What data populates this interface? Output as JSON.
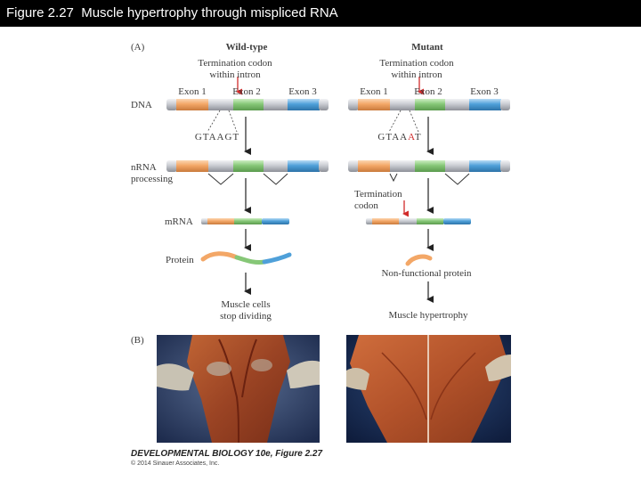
{
  "slide": {
    "title": "Figure 2.27  Muscle hypertrophy through mispliced RNA"
  },
  "panel_a": {
    "label": "(A)",
    "wild_type": {
      "heading": "Wild-type",
      "codon_note_1": "Termination codon",
      "codon_note_2": "within intron",
      "sequence": "GTAAGT",
      "outcome_1": "Muscle cells",
      "outcome_2": "stop dividing"
    },
    "mutant": {
      "heading": "Mutant",
      "codon_note_1": "Termination codon",
      "codon_note_2": "within intron",
      "sequence_prefix": "GTAA",
      "sequence_mutation": "A",
      "sequence_suffix": "T",
      "mrna_codon_1": "Termination",
      "mrna_codon_2": "codon",
      "protein": "Non-functional protein",
      "outcome": "Muscle hypertrophy"
    },
    "exons": [
      "Exon 1",
      "Exon 2",
      "Exon 3"
    ],
    "row_labels": {
      "dna": "DNA",
      "processing_1": "nRNA",
      "processing_2": "processing",
      "mrna": "mRNA",
      "protein": "Protein"
    },
    "colors": {
      "exon1": "#f3a767",
      "exon2": "#86c777",
      "exon3": "#4fa0d9",
      "intron": "#c9ccd2",
      "arrow_red": "#d12b2b"
    }
  },
  "panel_b": {
    "label": "(B)"
  },
  "credit": {
    "book": "DEVELOPMENTAL BIOLOGY 10e, Figure 2.27",
    "copyright": "© 2014 Sinauer Associates, Inc."
  }
}
